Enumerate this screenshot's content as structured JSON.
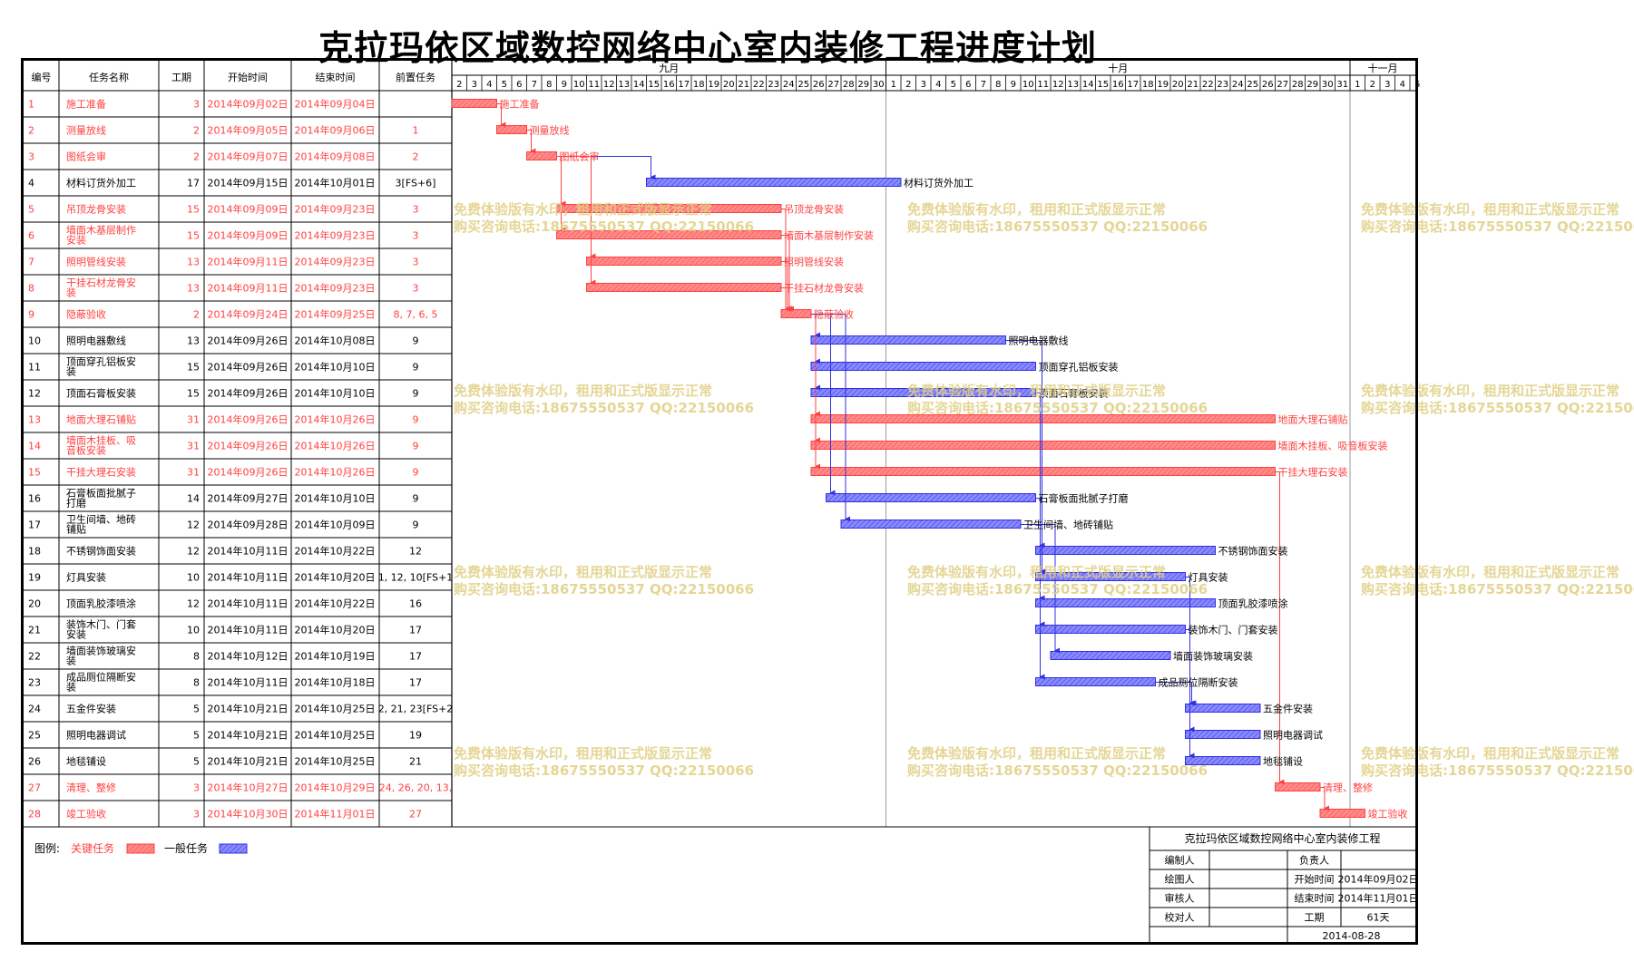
{
  "title": "克拉玛依区域数控网络中心室内装修工程进度计划",
  "colors": {
    "critical": "#ff4040",
    "critical_fill": "#ff8a8a",
    "normal": "#3030e0",
    "normal_fill": "#8a8aff",
    "watermark": "#dfcf82"
  },
  "columns": [
    "编号",
    "任务名称",
    "工期",
    "开始时间",
    "结束时间",
    "前置任务"
  ],
  "months": [
    {
      "label": "九月",
      "days": 29
    },
    {
      "label": "十月",
      "days": 31
    },
    {
      "label": "十一月",
      "days": 5
    }
  ],
  "day_labels": [
    "2",
    "3",
    "4",
    "5",
    "6",
    "7",
    "8",
    "9",
    "10",
    "11",
    "12",
    "13",
    "14",
    "15",
    "16",
    "17",
    "18",
    "19",
    "20",
    "21",
    "22",
    "23",
    "24",
    "25",
    "26",
    "27",
    "28",
    "29",
    "30",
    "1",
    "2",
    "3",
    "4",
    "5",
    "6",
    "7",
    "8",
    "9",
    "10",
    "11",
    "12",
    "13",
    "14",
    "15",
    "16",
    "17",
    "18",
    "19",
    "20",
    "21",
    "22",
    "23",
    "24",
    "25",
    "26",
    "27",
    "28",
    "29",
    "30",
    "31",
    "1",
    "2",
    "3",
    "4",
    "5"
  ],
  "chart_data": {
    "type": "gantt",
    "title": "克拉玛依区域数控网络中心室内装修工程进度计划",
    "x_range": [
      "2014-09-02",
      "2014-11-05"
    ],
    "tasks": [
      {
        "id": "1",
        "name": "施工准备",
        "duration": "3",
        "start": "2014年09月02日",
        "end": "2014年09月04日",
        "pred": "",
        "critical": true,
        "s": "2014-09-02",
        "e": "2014-09-04",
        "deps": []
      },
      {
        "id": "2",
        "name": "测量放线",
        "duration": "2",
        "start": "2014年09月05日",
        "end": "2014年09月06日",
        "pred": "1",
        "critical": true,
        "s": "2014-09-05",
        "e": "2014-09-06",
        "deps": [
          "1"
        ]
      },
      {
        "id": "3",
        "name": "图纸会审",
        "duration": "2",
        "start": "2014年09月07日",
        "end": "2014年09月08日",
        "pred": "2",
        "critical": true,
        "s": "2014-09-07",
        "e": "2014-09-08",
        "deps": [
          "2"
        ]
      },
      {
        "id": "4",
        "name": "材料订货外加工",
        "duration": "17",
        "start": "2014年09月15日",
        "end": "2014年10月01日",
        "pred": "3[FS+6]",
        "critical": false,
        "s": "2014-09-15",
        "e": "2014-10-01",
        "deps": [
          "3"
        ]
      },
      {
        "id": "5",
        "name": "吊顶龙骨安装",
        "duration": "15",
        "start": "2014年09月09日",
        "end": "2014年09月23日",
        "pred": "3",
        "critical": true,
        "s": "2014-09-09",
        "e": "2014-09-23",
        "deps": [
          "3"
        ]
      },
      {
        "id": "6",
        "name": "墙面木基层制作安装",
        "duration": "15",
        "start": "2014年09月09日",
        "end": "2014年09月23日",
        "pred": "3",
        "critical": true,
        "s": "2014-09-09",
        "e": "2014-09-23",
        "deps": [
          "3"
        ]
      },
      {
        "id": "7",
        "name": "照明管线安装",
        "duration": "13",
        "start": "2014年09月11日",
        "end": "2014年09月23日",
        "pred": "3",
        "critical": true,
        "s": "2014-09-11",
        "e": "2014-09-23",
        "deps": [
          "3"
        ]
      },
      {
        "id": "8",
        "name": "干挂石材龙骨安装",
        "duration": "13",
        "start": "2014年09月11日",
        "end": "2014年09月23日",
        "pred": "3",
        "critical": true,
        "s": "2014-09-11",
        "e": "2014-09-23",
        "deps": [
          "3"
        ]
      },
      {
        "id": "9",
        "name": "隐蔽验收",
        "duration": "2",
        "start": "2014年09月24日",
        "end": "2014年09月25日",
        "pred": "8, 7, 6, 5",
        "critical": true,
        "s": "2014-09-24",
        "e": "2014-09-25",
        "deps": [
          "8",
          "7",
          "6",
          "5"
        ]
      },
      {
        "id": "10",
        "name": "照明电器敷线",
        "duration": "13",
        "start": "2014年09月26日",
        "end": "2014年10月08日",
        "pred": "9",
        "critical": false,
        "s": "2014-09-26",
        "e": "2014-10-08",
        "deps": [
          "9"
        ]
      },
      {
        "id": "11",
        "name": "顶面穿孔铝板安装",
        "duration": "15",
        "start": "2014年09月26日",
        "end": "2014年10月10日",
        "pred": "9",
        "critical": false,
        "s": "2014-09-26",
        "e": "2014-10-10",
        "deps": [
          "9"
        ]
      },
      {
        "id": "12",
        "name": "顶面石膏板安装",
        "duration": "15",
        "start": "2014年09月26日",
        "end": "2014年10月10日",
        "pred": "9",
        "critical": false,
        "s": "2014-09-26",
        "e": "2014-10-10",
        "deps": [
          "9"
        ]
      },
      {
        "id": "13",
        "name": "地面大理石铺贴",
        "duration": "31",
        "start": "2014年09月26日",
        "end": "2014年10月26日",
        "pred": "9",
        "critical": true,
        "s": "2014-09-26",
        "e": "2014-10-26",
        "deps": [
          "9"
        ]
      },
      {
        "id": "14",
        "name": "墙面木挂板、吸音板安装",
        "duration": "31",
        "start": "2014年09月26日",
        "end": "2014年10月26日",
        "pred": "9",
        "critical": true,
        "s": "2014-09-26",
        "e": "2014-10-26",
        "deps": [
          "9"
        ]
      },
      {
        "id": "15",
        "name": "干挂大理石安装",
        "duration": "31",
        "start": "2014年09月26日",
        "end": "2014年10月26日",
        "pred": "9",
        "critical": true,
        "s": "2014-09-26",
        "e": "2014-10-26",
        "deps": [
          "9"
        ]
      },
      {
        "id": "16",
        "name": "石膏板面批腻子打磨",
        "duration": "14",
        "start": "2014年09月27日",
        "end": "2014年10月10日",
        "pred": "9",
        "critical": false,
        "s": "2014-09-27",
        "e": "2014-10-10",
        "deps": [
          "9"
        ]
      },
      {
        "id": "17",
        "name": "卫生间墙、地砖铺贴",
        "duration": "12",
        "start": "2014年09月28日",
        "end": "2014年10月09日",
        "pred": "9",
        "critical": false,
        "s": "2014-09-28",
        "e": "2014-10-09",
        "deps": [
          "9"
        ]
      },
      {
        "id": "18",
        "name": "不锈钢饰面安装",
        "duration": "12",
        "start": "2014年10月11日",
        "end": "2014年10月22日",
        "pred": "12",
        "critical": false,
        "s": "2014-10-11",
        "e": "2014-10-22",
        "deps": [
          "12"
        ]
      },
      {
        "id": "19",
        "name": "灯具安装",
        "duration": "10",
        "start": "2014年10月11日",
        "end": "2014年10月20日",
        "pred": "1, 12, 10[FS+1",
        "critical": false,
        "s": "2014-10-11",
        "e": "2014-10-20",
        "deps": [
          "12",
          "10"
        ]
      },
      {
        "id": "20",
        "name": "顶面乳胶漆喷涂",
        "duration": "12",
        "start": "2014年10月11日",
        "end": "2014年10月22日",
        "pred": "16",
        "critical": false,
        "s": "2014-10-11",
        "e": "2014-10-22",
        "deps": [
          "16"
        ]
      },
      {
        "id": "21",
        "name": "装饰木门、门套安装",
        "duration": "10",
        "start": "2014年10月11日",
        "end": "2014年10月20日",
        "pred": "17",
        "critical": false,
        "s": "2014-10-11",
        "e": "2014-10-20",
        "deps": [
          "17"
        ]
      },
      {
        "id": "22",
        "name": "墙面装饰玻璃安装",
        "duration": "8",
        "start": "2014年10月12日",
        "end": "2014年10月19日",
        "pred": "17",
        "critical": false,
        "s": "2014-10-12",
        "e": "2014-10-19",
        "deps": [
          "17"
        ]
      },
      {
        "id": "23",
        "name": "成品厕位隔断安装",
        "duration": "8",
        "start": "2014年10月11日",
        "end": "2014年10月18日",
        "pred": "17",
        "critical": false,
        "s": "2014-10-11",
        "e": "2014-10-18",
        "deps": [
          "17"
        ]
      },
      {
        "id": "24",
        "name": "五金件安装",
        "duration": "5",
        "start": "2014年10月21日",
        "end": "2014年10月25日",
        "pred": "2, 21, 23[FS+2",
        "critical": false,
        "s": "2014-10-21",
        "e": "2014-10-25",
        "deps": [
          "21",
          "23"
        ]
      },
      {
        "id": "25",
        "name": "照明电器调试",
        "duration": "5",
        "start": "2014年10月21日",
        "end": "2014年10月25日",
        "pred": "19",
        "critical": false,
        "s": "2014-10-21",
        "e": "2014-10-25",
        "deps": [
          "19"
        ]
      },
      {
        "id": "26",
        "name": "地毯铺设",
        "duration": "5",
        "start": "2014年10月21日",
        "end": "2014年10月25日",
        "pred": "21",
        "critical": false,
        "s": "2014-10-21",
        "e": "2014-10-25",
        "deps": [
          "21"
        ]
      },
      {
        "id": "27",
        "name": "清理、整修",
        "duration": "3",
        "start": "2014年10月27日",
        "end": "2014年10月29日",
        "pred": "24, 26, 20, 13,",
        "critical": true,
        "s": "2014-10-27",
        "e": "2014-10-29",
        "deps": [
          "15"
        ]
      },
      {
        "id": "28",
        "name": "竣工验收",
        "duration": "3",
        "start": "2014年10月30日",
        "end": "2014年11月01日",
        "pred": "27",
        "critical": true,
        "s": "2014-10-30",
        "e": "2014-11-01",
        "deps": [
          "27"
        ]
      }
    ]
  },
  "legend": {
    "prefix": "图例:",
    "critical_label": "关键任务",
    "normal_label": "一般任务"
  },
  "info_box": {
    "title": "克拉玛依区域数控网络中心室内装修工程",
    "rows": [
      [
        "编制人",
        "",
        "负责人",
        ""
      ],
      [
        "绘图人",
        "",
        "开始时间",
        "2014年09月02日"
      ],
      [
        "审核人",
        "",
        "结束时间",
        "2014年11月01日"
      ],
      [
        "校对人",
        "",
        "工期",
        "61天"
      ]
    ],
    "date": "2014-08-28"
  },
  "watermark": {
    "line1": "免费体验版有水印，租用和正式版显示正常",
    "line2": "购买咨询电话:18675550537 QQ:22150066"
  }
}
